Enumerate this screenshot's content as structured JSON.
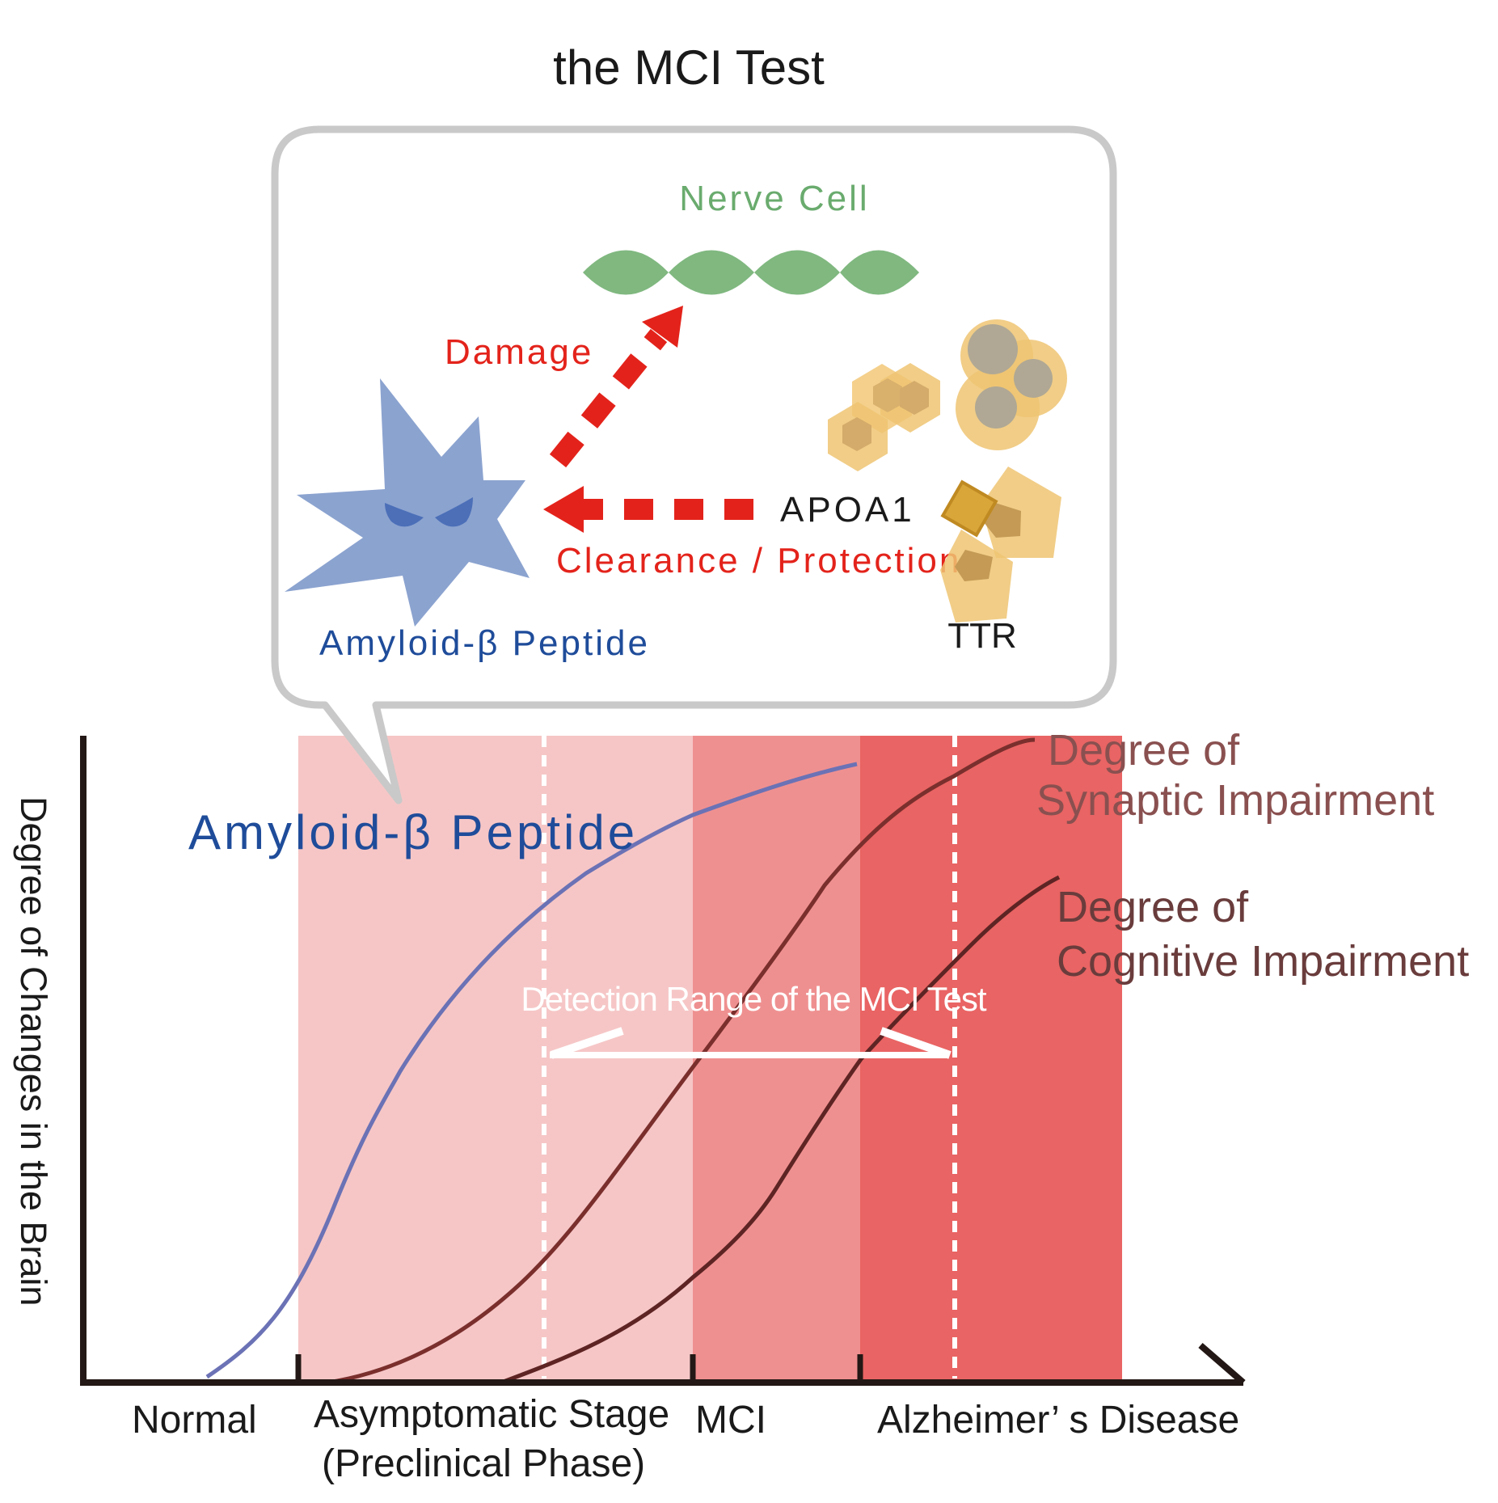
{
  "title": "the MCI Test",
  "callout": {
    "nerve_cell_label": "Nerve Cell",
    "damage_label": "Damage",
    "apoa1_label": "APOA1",
    "clearance_label": "Clearance / Protection",
    "amyloid_label": "Amyloid-β Peptide",
    "ttr_label": "TTR"
  },
  "graph": {
    "y_axis_label": "Degree of Changes in the Brain",
    "amyloid_curve_label": "Amyloid-β Peptide",
    "synaptic_label_line1": "Degree of",
    "synaptic_label_line2": "Synaptic Impairment",
    "cognitive_label_line1": "Degree of",
    "cognitive_label_line2": "Cognitive Impairment",
    "detection_range_label": "Detection Range of the MCI Test",
    "stages": {
      "normal": "Normal",
      "asymptomatic_line1": "Asymptomatic Stage",
      "asymptomatic_line2": "(Preclinical Phase)",
      "mci": "MCI",
      "alzheimers": "Alzheimer’ s Disease"
    }
  },
  "colors": {
    "amyloid_blue": "#8ba3cf",
    "amyloid_text": "#1f4c9a",
    "nerve_green": "#80b880",
    "nerve_text": "#6aab6e",
    "arrow_red": "#e3231b",
    "protein_gold": "#efc472",
    "zone_light": "#f6c6c6",
    "zone_mid": "#ef9090",
    "zone_dark": "#e96464",
    "synaptic_curve": "#7a2f2d",
    "cognitive_curve": "#5e2424",
    "synaptic_text": "#8a5050",
    "cognitive_text": "#6a3c3c"
  }
}
